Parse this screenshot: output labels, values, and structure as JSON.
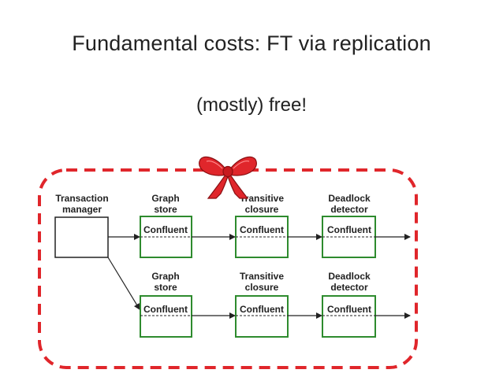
{
  "slide": {
    "title": "Fundamental costs: FT via replication",
    "subtitle": "(mostly) free!"
  },
  "colors": {
    "dashed_border": "#e0262b",
    "box_border": "#2e8b2e",
    "bow": "#e0262b",
    "text": "#222222"
  },
  "diagram": {
    "manager_label_line1": "Transaction",
    "manager_label_line2": "manager",
    "rows": [
      {
        "stages": [
          {
            "line1": "Graph",
            "line2": "store",
            "box_text": "Confluent"
          },
          {
            "line1": "Transitive",
            "line2": "closure",
            "box_text": "Confluent"
          },
          {
            "line1": "Deadlock",
            "line2": "detector",
            "box_text": "Confluent"
          }
        ]
      },
      {
        "stages": [
          {
            "line1": "Graph",
            "line2": "store",
            "box_text": "Confluent"
          },
          {
            "line1": "Transitive",
            "line2": "closure",
            "box_text": "Confluent"
          },
          {
            "line1": "Deadlock",
            "line2": "detector",
            "box_text": "Confluent"
          }
        ]
      }
    ],
    "bow_icon": "gift-bow-icon"
  }
}
